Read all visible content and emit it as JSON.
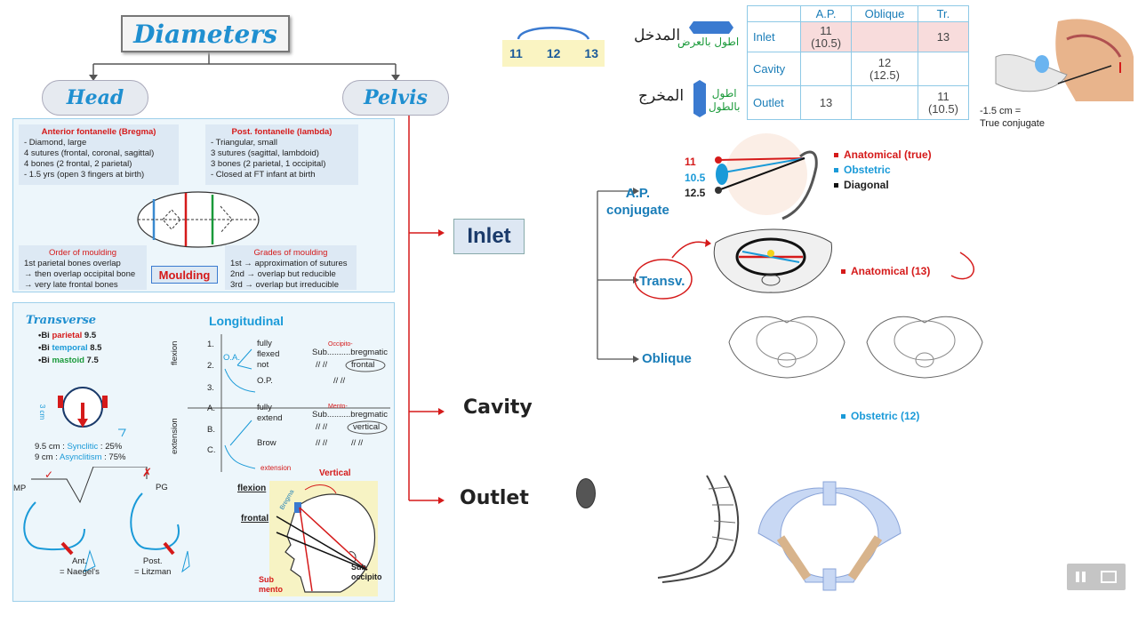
{
  "title": "Diameters",
  "branches": {
    "head": "Head",
    "pelvis": "Pelvis"
  },
  "head_panel": {
    "ant_font": {
      "title": "Anterior fontanelle (Bregma)",
      "lines": [
        "- Diamond, large",
        "4 sutures (frontal, coronal, sagittal)",
        "4 bones (2 frontal, 2 parietal)",
        "- 1.5 yrs (open 3 fingers at birth)"
      ]
    },
    "post_font": {
      "title": "Post. fontanelle (lambda)",
      "lines": [
        "- Triangular, small",
        "3 sutures (sagittal, lambdoid)",
        "3 bones (2 parietal, 1 occipital)",
        "- Closed at FT infant at birth"
      ]
    },
    "order": {
      "title": "Order of moulding",
      "lines": [
        "1st parietal bones overlap",
        "→ then overlap occipital bone",
        "→ very late frontal bones"
      ]
    },
    "moulding": "Moulding",
    "grades": {
      "title": "Grades of moulding",
      "lines": [
        "1st → approximation of sutures",
        "2nd → overlap but reducible",
        "3rd → overlap but irreducible"
      ]
    }
  },
  "dia_panel": {
    "transverse": "Transverse",
    "longitudinal": "Longitudinal",
    "bi": [
      {
        "pre": "•Bi ",
        "name": "parietal",
        "val": "9.5",
        "color": "#d51a1a"
      },
      {
        "pre": "•Bi ",
        "name": "temporal",
        "val": "8.5",
        "color": "#1a9ad8"
      },
      {
        "pre": "•Bi ",
        "name": "mastoid",
        "val": "7.5",
        "color": "#1a9a3a"
      }
    ],
    "cm3": "3 cm",
    "synclitic": {
      "pre": "9.5 cm :",
      "name": "Synclitic",
      "val": ": 25%"
    },
    "asynclitism": {
      "pre": "9 cm :",
      "name": "Asynclitism",
      "val": ": 75%"
    },
    "mp": "MP",
    "pg": "PG",
    "ant": "Ant.",
    "naegel": "= Naegel's",
    "post": "Post.",
    "litzman": "= Litzman",
    "flexion": "flexion",
    "extension": "extension",
    "flex_rows": [
      "1.",
      "2.",
      "3."
    ],
    "ext_rows": [
      "A.",
      "B.",
      "C."
    ],
    "oa": "O.A.",
    "fully_flexed": "fully\nflexed",
    "not": "not",
    "op": "O.P.",
    "fully_extend": "fully\nextend",
    "brow": "Brow",
    "occ": "Occipito-",
    "sub_breg": "Sub..........bregmatic",
    "frontal": "frontal",
    "slashes": "//    //",
    "mento": "Mento-",
    "vertical": "vertical",
    "head_labels": {
      "extension": "extension",
      "vertical": "Vertical",
      "flexion": "flexion",
      "frontal": "frontal",
      "bregma": "Bregma",
      "submento": "Sub\nmento",
      "suboccipito": "Sub\noccipito"
    }
  },
  "pelvis_levels": [
    "Inlet",
    "Cavity",
    "Outlet"
  ],
  "arc_nums": [
    "11",
    "12",
    "13"
  ],
  "arabic": {
    "inlet_note": "اطول بالعرض",
    "inlet_word": "المدخل",
    "outlet_note": "اطول\nبالطول",
    "outlet_word": "المخرج"
  },
  "table": {
    "cols": [
      "A.P.",
      "Oblique",
      "Tr."
    ],
    "rows": [
      {
        "name": "Inlet",
        "ap": "11\n(10.5)",
        "obl": "",
        "tr": "13"
      },
      {
        "name": "Cavity",
        "ap": "",
        "obl": "12\n(12.5)",
        "tr": ""
      },
      {
        "name": "Outlet",
        "ap": "13",
        "obl": "",
        "tr": "11\n(10.5)"
      }
    ]
  },
  "true_conj": "-1.5 cm =\nTrue conjugate",
  "ap": {
    "label": "A.P.\nconjugate",
    "vals": [
      "11",
      "10.5",
      "12.5"
    ],
    "legend": [
      {
        "t": "Anatomical (true)",
        "c": "#d51a1a"
      },
      {
        "t": "Obstetric",
        "c": "#1a9ad8"
      },
      {
        "t": "Diagonal",
        "c": "#111"
      }
    ]
  },
  "transv": {
    "label": "Transv.",
    "note": "Anatomical (13)"
  },
  "oblique": {
    "label": "Oblique",
    "note": "Obstetric (12)"
  },
  "colors": {
    "accent": "#1a7db8",
    "red": "#d51a1a"
  }
}
